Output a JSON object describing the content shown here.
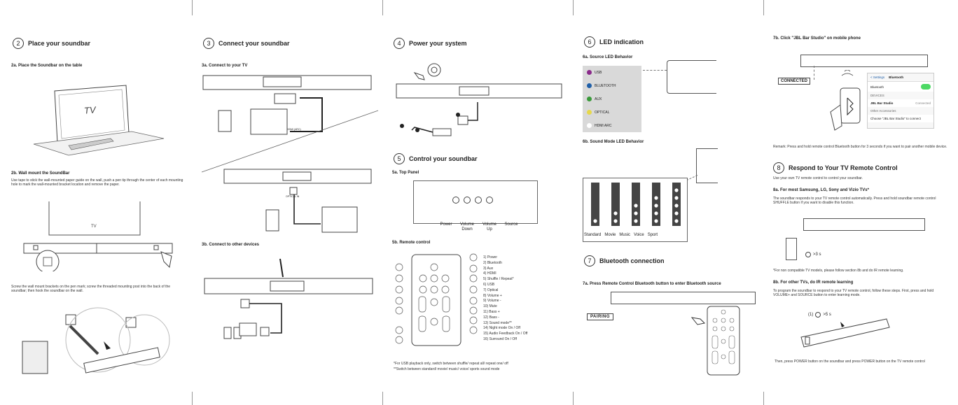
{
  "panel1": {
    "step_num": "2",
    "step_title": "Place your soundbar",
    "s2a": "2a. Place the Soundbar on the table",
    "tv_label": "TV",
    "s2b": "2b. Wall mount the SoundBar",
    "s2b_text": "Use tape to stick the wall-mounted paper guide on the wall, push a pen tip through the center of each mounting hole to mark the wall-mounted bracket location and remove the paper.",
    "tv_label2": "TV",
    "screw_text": "Screw the wall mount brackets on the pen mark; screw the threaded mounting post into the back of the soundbar; then hook the soundbar on the wall."
  },
  "panel2": {
    "step_num": "3",
    "step_title": "Connect your soundbar",
    "s3a": "3a. Connect to your TV",
    "hdmi_label": "HDMI (ARC)",
    "optical_label": "OPTICAL IN",
    "s3b": "3b. Connect to other devices"
  },
  "panel3": {
    "step_num": "4",
    "step_title": "Power your system",
    "step5_num": "5",
    "step5_title": "Control your soundbar",
    "s5a": "5a. Top Panel",
    "top_labels": [
      "Power",
      "Volume Down",
      "Volume Up",
      "Source"
    ],
    "s5b": "5b. Remote control",
    "remote_items": [
      "1) Power",
      "2) Bluetooth",
      "3) Aux",
      "4) HDMI",
      "5) Shuffle / Repeat*",
      "6) USB",
      "7) Optical",
      "8) Volume +",
      "9) Volume -",
      "10) Mute",
      "11) Bass +",
      "12) Bass -",
      "13) Sound mode**",
      "14) Night mode On / Off",
      "15) Audio Feedback On / Off",
      "16) Surround On / Off"
    ],
    "foot1": "*For USB playback only, switch between shuffle/ repeat all/ repeat one/ off",
    "foot2": "**Switch between standard/ movie/ music/ voice/ sports sound mode"
  },
  "panel4": {
    "step_num": "6",
    "step_title": "LED indication",
    "s6a": "6a. Source LED Behavior",
    "leds": [
      {
        "label": "USB",
        "color": "#8a2a8a"
      },
      {
        "label": "BLUETOOTH",
        "color": "#1f5fa8"
      },
      {
        "label": "AUX",
        "color": "#3a9a3a"
      },
      {
        "label": "OPTICAL",
        "color": "#e6d84a"
      },
      {
        "label": "HDMI ARC",
        "color": "#ffffff"
      }
    ],
    "s6b": "6b. Sound Mode LED Behavior",
    "modes": [
      {
        "label": "Standard",
        "dots": 1
      },
      {
        "label": "Movie",
        "dots": 2
      },
      {
        "label": "Music",
        "dots": 3
      },
      {
        "label": "Voice",
        "dots": 4
      },
      {
        "label": "Sport",
        "dots": 5
      }
    ],
    "step7_num": "7",
    "step7_title": "Bluetooth connection",
    "s7a": "7a. Press Remote Control Bluetooth button to enter Bluetooth source",
    "pairing": "PAIRING"
  },
  "panel5": {
    "s7b": "7b. Click \"JBL Bar Studio\" on mobile phone",
    "connected": "CONNECTED",
    "phone_back": "< Settings",
    "phone_title": "Bluetooth",
    "phone_bt": "Bluetooth",
    "phone_devices": "DEVICES",
    "phone_device": "JBL Bar Studio",
    "phone_status": "Connected",
    "phone_other": "Other Accessories",
    "phone_choose": "Choose \"JBL Bar Studio\" to connect",
    "remark": "Remark: Press and hold remote control Bluetooth button for 3 seconds if you want to pair another mobile device.",
    "step8_num": "8",
    "step8_title": "Respond to Your TV Remote Control",
    "s8_intro": "Use your own TV remote control to control your soundbar.",
    "s8a": "8a. For most Samsung, LG, Sony and Vizio TVs*",
    "s8a_text": "The soundbar responds to your TV remote control automatically. Press and hold soundbar remote control SHUFFLE button if you want to disable this function.",
    "hold1": ">3 s",
    "s8a_note": "*For non compatible TV models, please follow section 8b and do IR remote learning.",
    "s8b": "8b. For other TVs, do IR remote learning",
    "s8b_text": "To program the soundbar to respond to your TV remote control, follow these steps. First, press and hold VOLUME+ and SOURCE button to enter learning mode.",
    "step1": "(1)",
    "hold2": ">5 s",
    "final_text": "Then, press POWER button on the soundbar and press POWER button on the TV remote control"
  }
}
